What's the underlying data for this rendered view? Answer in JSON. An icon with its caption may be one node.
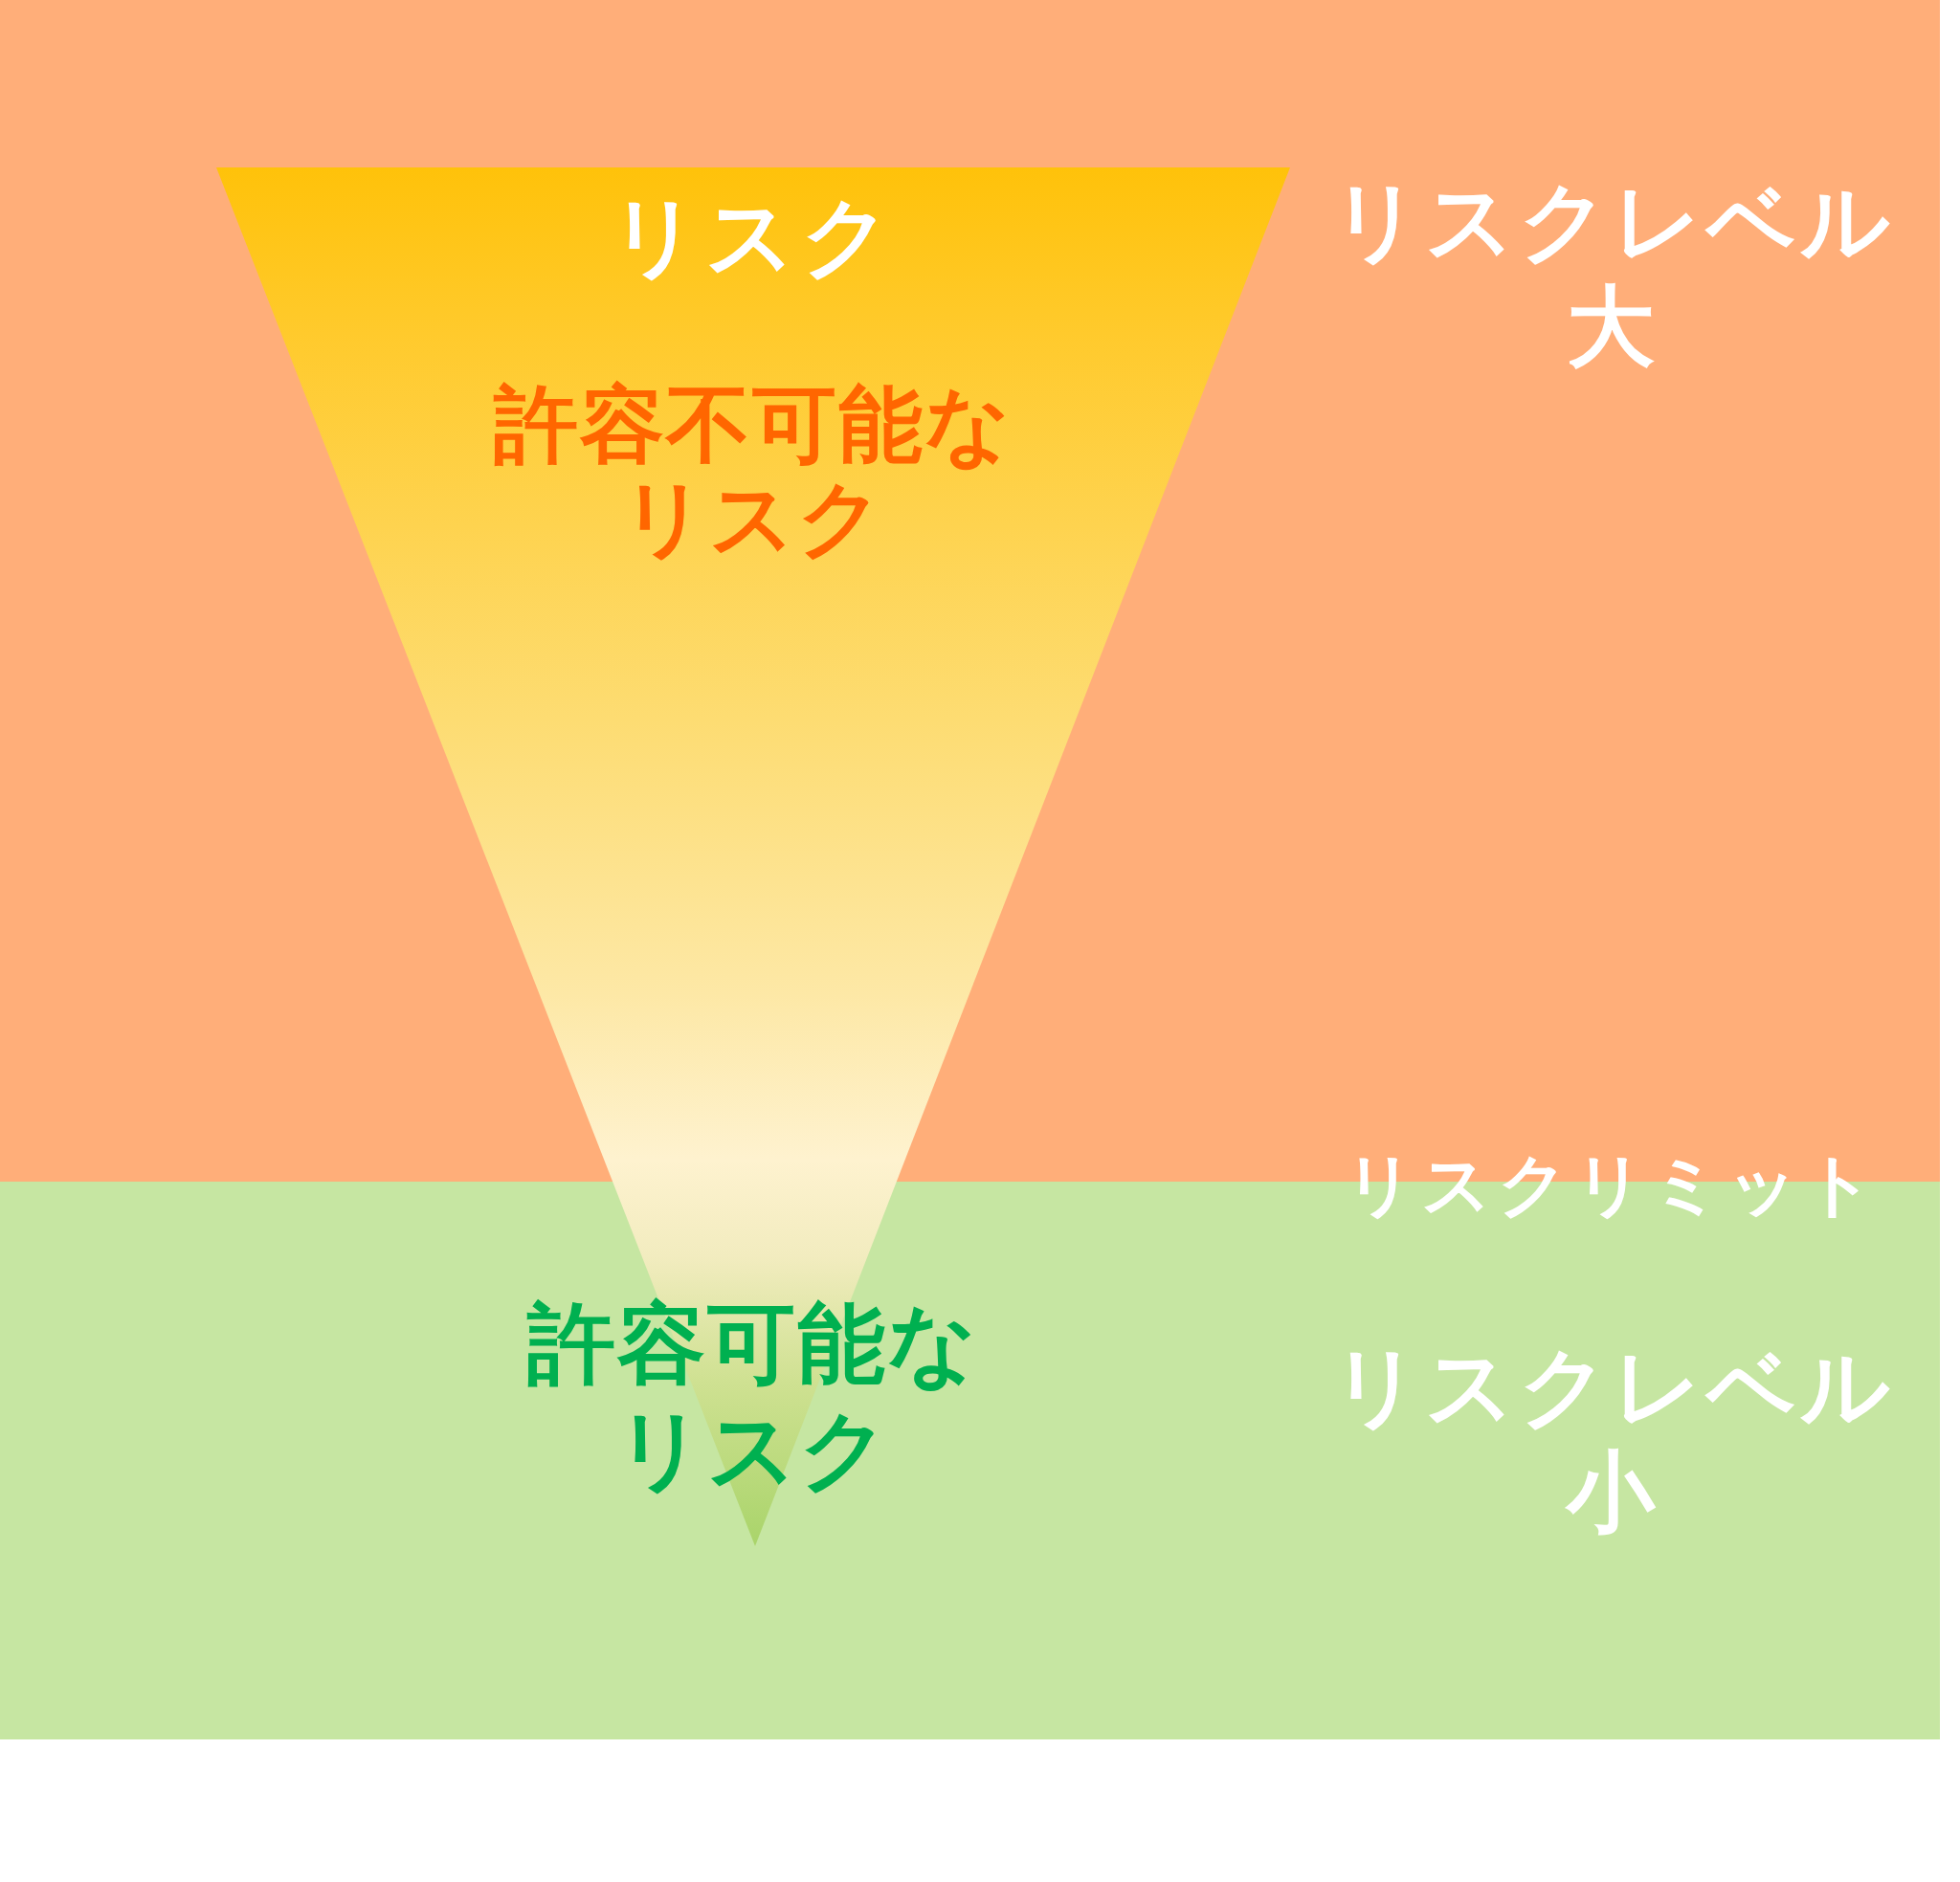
{
  "diagram": {
    "nodes": [
      {
        "text": [
          "リスクレベル大"
        ]
      },
      {
        "text": [
          "許容可能なリスク",
          "リスクレベル小"
        ]
      },
      {
        "text": [
          "リスク",
          "許容不可能なリスク"
        ]
      }
    ],
    "labels": [
      "リスクリミット"
    ]
  }
}
